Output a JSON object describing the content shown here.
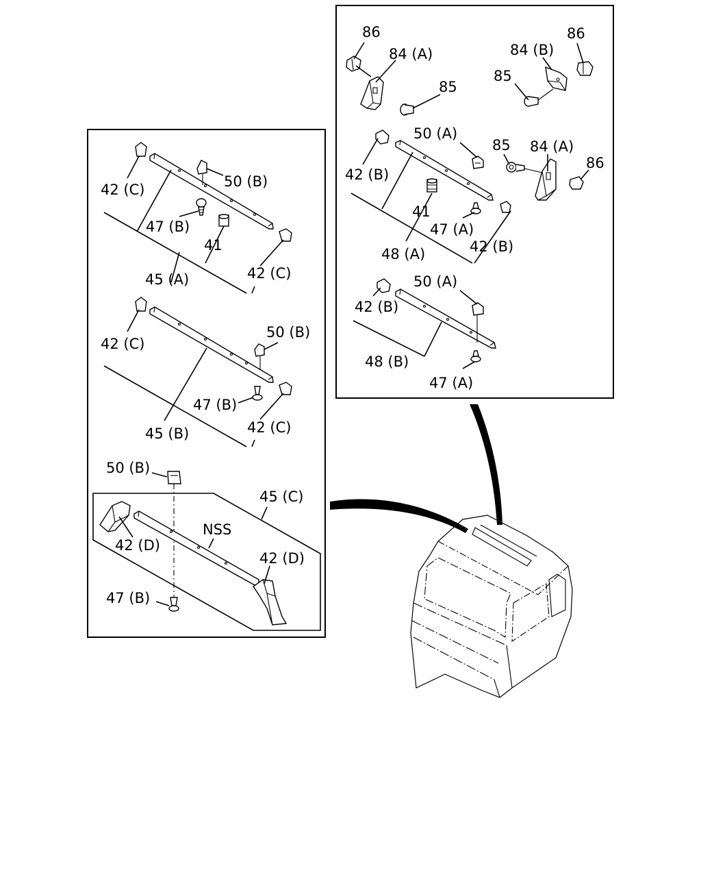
{
  "labels": {
    "L_86_a": "86",
    "L_84A_a": "84 (A)",
    "L_85_a": "85",
    "L_84B": "84 (B)",
    "L_86_b": "86",
    "L_85_b": "85",
    "L_50A_a": "50 (A)",
    "L_85_c": "85",
    "L_84A_b": "84 (A)",
    "L_86_c": "86",
    "L_42B_a": "42 (B)",
    "L_41_a": "41",
    "L_47A_a": "47 (A)",
    "L_42B_b": "42 (B)",
    "L_48A": "48 (A)",
    "L_50A_b": "50 (A)",
    "L_42B_c": "42 (B)",
    "L_48B": "48 (B)",
    "L_47A_b": "47 (A)",
    "L_42C_a": "42 (C)",
    "L_50B_a": "50 (B)",
    "L_47B_a": "47 (B)",
    "L_41_b": "41",
    "L_45A": "45 (A)",
    "L_42C_b": "42 (C)",
    "L_42C_c": "42 (C)",
    "L_50B_b": "50 (B)",
    "L_47B_b": "47 (B)",
    "L_45B": "45 (B)",
    "L_42C_d": "42 (C)",
    "L_50B_c": "50 (B)",
    "L_45C": "45 (C)",
    "L_NSS": "NSS",
    "L_42D_a": "42 (D)",
    "L_42D_b": "42 (D)",
    "L_47B_c": "47 (B)"
  }
}
